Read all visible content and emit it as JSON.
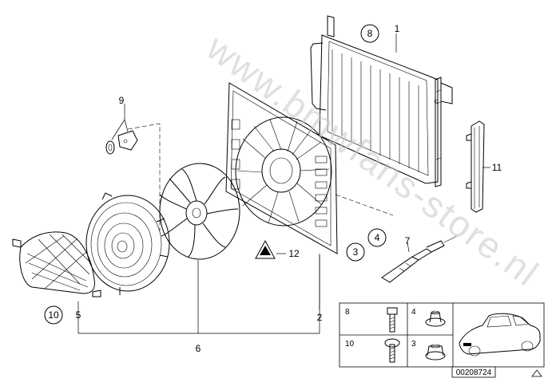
{
  "watermark": "www.bmwfans-store.nl",
  "callouts": {
    "p1": "1",
    "p2": "2",
    "p3": "3",
    "p4": "4",
    "p5": "5",
    "p6": "6",
    "p7": "7",
    "p8": "8",
    "p9": "9",
    "p10": "10",
    "p11": "11",
    "p12": "12"
  },
  "legend": {
    "n8": "8",
    "n4": "4",
    "n10": "10",
    "n3": "3",
    "code": "00208724"
  }
}
